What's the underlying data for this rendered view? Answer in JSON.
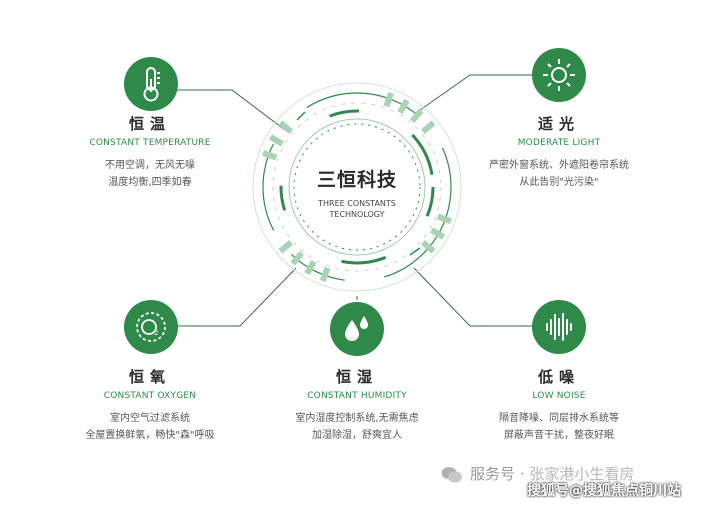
{
  "center": {
    "title": "三恒科技",
    "subtitle": "THREE CONSTANTS TECHNOLOGY"
  },
  "features": {
    "temperature": {
      "title": "恒温",
      "subtitle": "CONSTANT TEMPERATURE",
      "line1": "不用空调，无风无噪",
      "line2": "温度均衡,四季如春",
      "icon": "thermometer-icon"
    },
    "light": {
      "title": "适光",
      "subtitle": "MODERATE LIGHT",
      "line1": "严密外窗系统、外遮阳卷帘系统",
      "line2": "从此告别\"光污染\"",
      "icon": "sun-icon"
    },
    "oxygen": {
      "title": "恒氧",
      "subtitle": "CONSTANT OXYGEN",
      "line1": "室内空气过滤系统",
      "line2": "全屋置换鲜氧，畅快\"森\"呼吸",
      "icon": "oxygen-icon"
    },
    "humidity": {
      "title": "恒湿",
      "subtitle": "CONSTANT HUMIDITY",
      "line1": "室内湿度控制系统,无需焦虑",
      "line2": "加湿除湿，舒爽宜人",
      "icon": "water-drops-icon"
    },
    "noise": {
      "title": "低噪",
      "subtitle": "LOW NOISE",
      "line1": "隔音降噪、同层排水系统等",
      "line2": "屏蔽声音干扰，整夜好眠",
      "icon": "sound-wave-icon"
    }
  },
  "watermark": {
    "line1_prefix": "服务号 · ",
    "line1_name": "张家港小生看房",
    "line2": "搜狐号@搜狐焦点铜川站"
  },
  "colors": {
    "brand_green": "#2f8a4a",
    "light_green": "#a9d3b3",
    "text_dark": "#2a2a2a"
  }
}
